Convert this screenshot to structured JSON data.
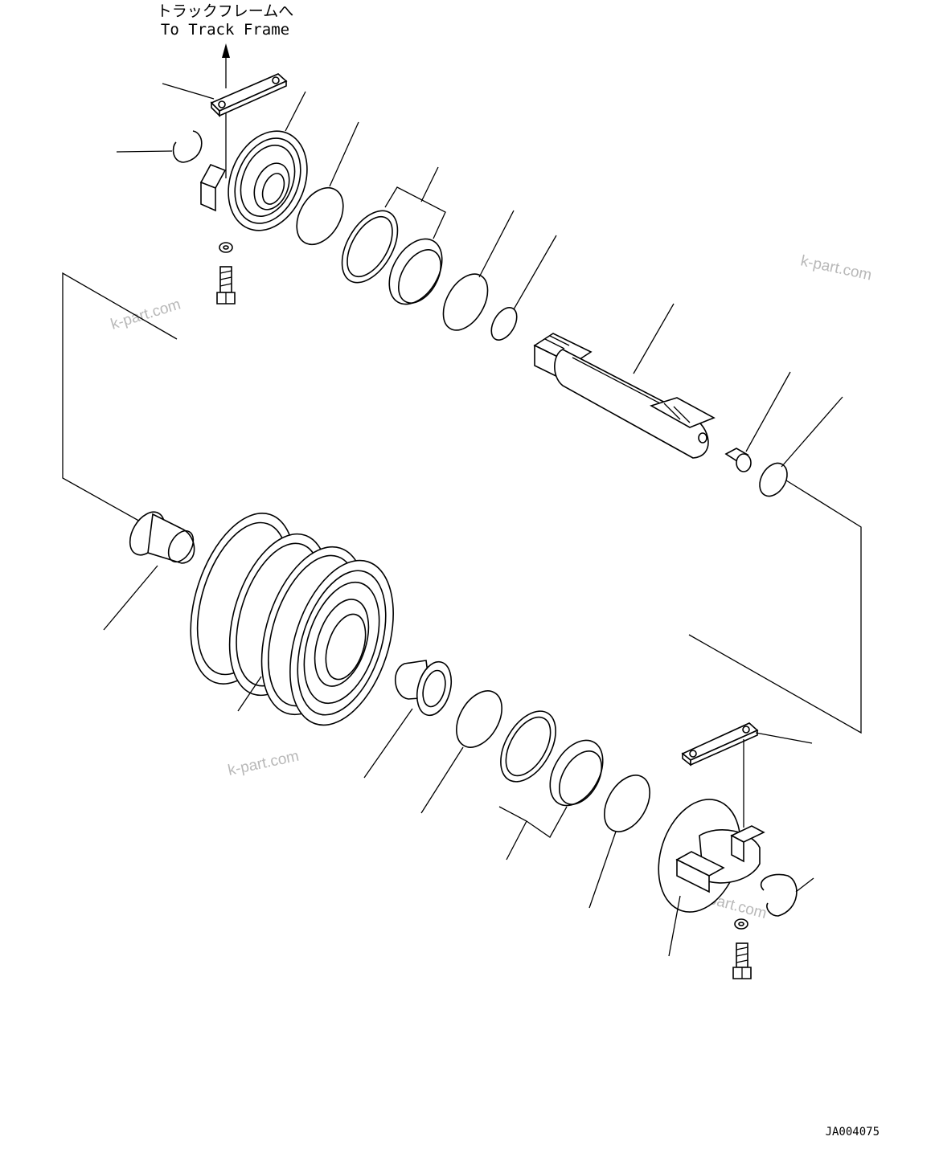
{
  "header": {
    "jp_label": "トラックフレームへ",
    "en_label": "To Track Frame"
  },
  "drawing_code": "JA004075",
  "watermarks": [
    "k-part.com",
    "k-part.com",
    "k-part.com",
    "k-part.com"
  ]
}
